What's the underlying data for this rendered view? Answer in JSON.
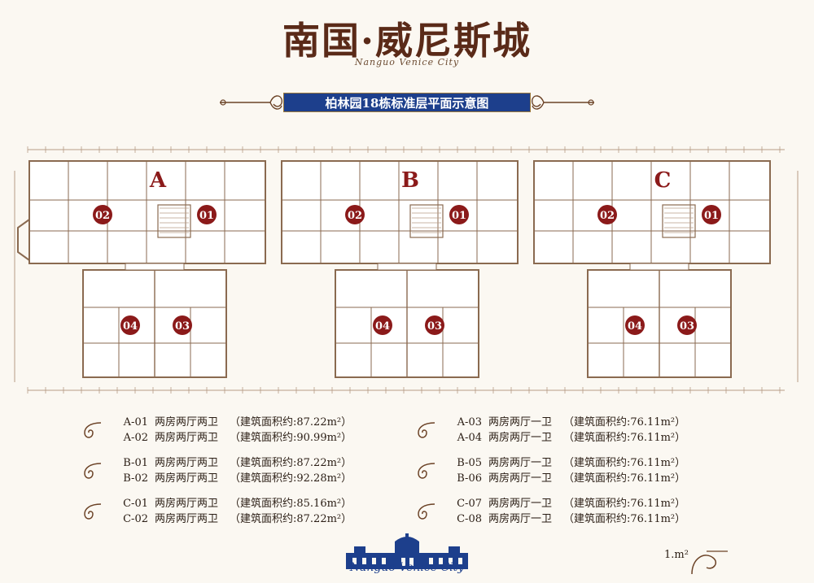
{
  "header": {
    "title": "南国·威尼斯城",
    "script": "Nanguo Venice City",
    "banner": "柏林园18栋标准层平面示意图"
  },
  "plan": {
    "building_labels": [
      "A",
      "B",
      "C"
    ],
    "unit_top": [
      "02",
      "01",
      "02",
      "01",
      "02",
      "01"
    ],
    "unit_bottom": [
      "04",
      "03",
      "04",
      "03",
      "04",
      "03"
    ]
  },
  "legend": {
    "left": [
      {
        "code": "A-01",
        "desc": "两房两厅两卫",
        "area": "（建筑面积约:87.22m²）"
      },
      {
        "code": "A-02",
        "desc": "两房两厅两卫",
        "area": "（建筑面积约:90.99m²）"
      },
      {
        "code": "B-01",
        "desc": "两房两厅两卫",
        "area": "（建筑面积约:87.22m²）"
      },
      {
        "code": "B-02",
        "desc": "两房两厅两卫",
        "area": "（建筑面积约:92.28m²）"
      },
      {
        "code": "C-01",
        "desc": "两房两厅两卫",
        "area": "（建筑面积约:85.16m²）"
      },
      {
        "code": "C-02",
        "desc": "两房两厅两卫",
        "area": "（建筑面积约:87.22m²）"
      }
    ],
    "right": [
      {
        "code": "A-03",
        "desc": "两房两厅一卫",
        "area": "（建筑面积约:76.11m²）"
      },
      {
        "code": "A-04",
        "desc": "两房两厅一卫",
        "area": "（建筑面积约:76.11m²）"
      },
      {
        "code": "B-05",
        "desc": "两房两厅一卫",
        "area": "（建筑面积约:76.11m²）"
      },
      {
        "code": "B-06",
        "desc": "两房两厅一卫",
        "area": "（建筑面积约:76.11m²）"
      },
      {
        "code": "C-07",
        "desc": "两房两厅一卫",
        "area": "（建筑面积约:76.11m²）"
      },
      {
        "code": "C-08",
        "desc": "两房两厅一卫",
        "area": "（建筑面积约:76.11m²）"
      }
    ]
  },
  "footer": {
    "script": "Nanguo Venice City",
    "note": "1.m²"
  },
  "colors": {
    "brown": "#5a2a18",
    "blue": "#1d3f8c",
    "badge": "#8b1a1a",
    "wall": "#8a6a50"
  }
}
